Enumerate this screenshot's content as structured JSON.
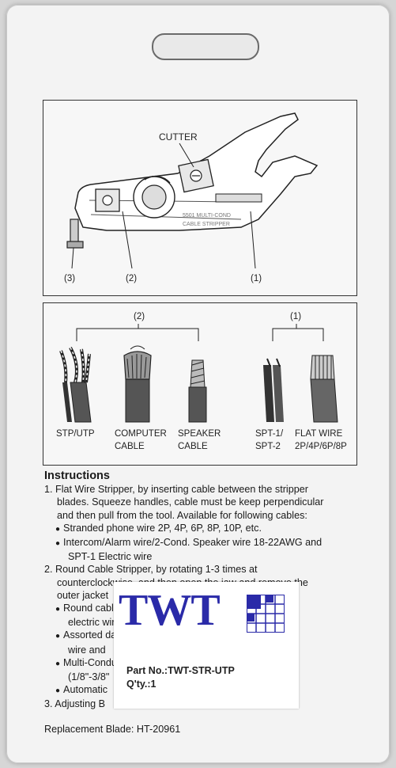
{
  "diagram": {
    "cutter_label": "CUTTER",
    "tool_text_1": "5501  MULTI-COND",
    "tool_text_2": "CABLE STRIPPER",
    "callout_1": "(1)",
    "callout_2": "(2)",
    "callout_3": "(3)"
  },
  "cables": {
    "group2_label": "(2)",
    "group1_label": "(1)",
    "items": [
      {
        "line1": "STP/UTP",
        "line2": ""
      },
      {
        "line1": "COMPUTER",
        "line2": "CABLE"
      },
      {
        "line1": "SPEAKER",
        "line2": "CABLE"
      },
      {
        "line1": "SPT-1/",
        "line2": "SPT-2"
      },
      {
        "line1": "FLAT WIRE",
        "line2": "2P/4P/6P/8P"
      }
    ]
  },
  "instructions": {
    "heading": "Instructions",
    "step1_l1": "1. Flat Wire Stripper, by inserting cable between the stripper",
    "step1_l2": "blades. Squeeze handles, cable must be keep perpendicular",
    "step1_l3": "and then pull from the tool. Available for following cables:",
    "step1_b1": "Stranded phone wire 2P, 4P, 6P, 8P, 10P, etc.",
    "step1_b2_l1": "Intercom/Alarm wire/2-Cond. Speaker wire 18-22AWG and",
    "step1_b2_l2": "SPT-1 Electric wire",
    "step2_l1": "2. Round Cable Stripper, by rotating 1-3 times at",
    "step2_l2": "counterclockwise, and then open the jaw and remove the",
    "step2_l3": "outer jacket",
    "step2_b1": "Round cable, coax cable, STP/UTP cable, SPT-2",
    "step2_b1_l2": "electric wire",
    "step2_b2": "Assorted data cable, speaker, communication",
    "step2_b2_l2": "wire and",
    "step2_b3": "Multi-Conductor cable diameter up to 9.5mm",
    "step2_b3_l2": "(1/8\"-3/8\"",
    "step2_b4": "Automatic",
    "step3": "3. Adjusting B",
    "replacement": "Replacement Blade: HT-20961"
  },
  "sticker": {
    "logo": "TWT",
    "part_no": "Part No.:TWT-STR-UTP",
    "qty": "Q'ty.:1",
    "brand_color": "#2a2aa8"
  }
}
